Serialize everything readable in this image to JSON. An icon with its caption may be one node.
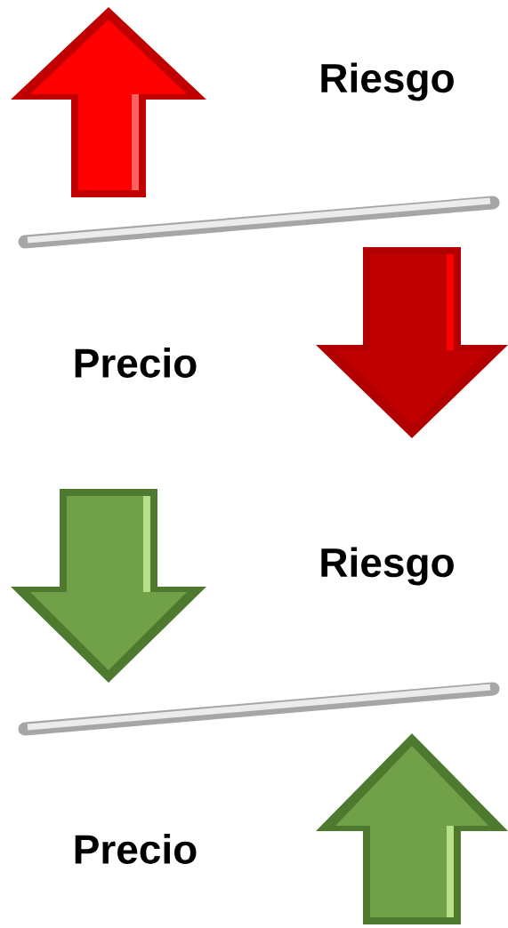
{
  "diagram": {
    "labels": [
      "Riesgo",
      "Precio",
      "Riesgo",
      "Precio"
    ]
  }
}
